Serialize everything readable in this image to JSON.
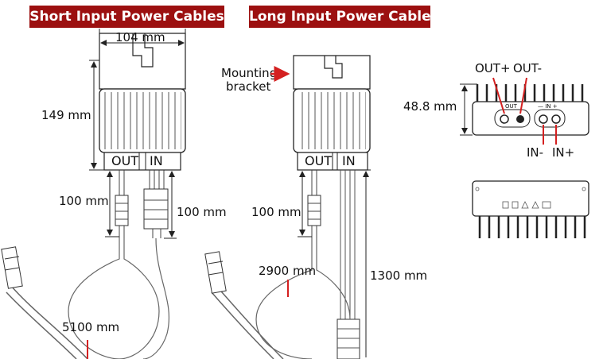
{
  "banners": {
    "short": "Short Input Power Cables",
    "long": "Long Input Power Cables"
  },
  "short_unit": {
    "width": "104 mm",
    "height": "149 mm",
    "out_port": "OUT",
    "in_port": "IN",
    "out_cable": "100 mm",
    "in_cable": "100 mm",
    "loop": "5100 mm"
  },
  "long_unit": {
    "bracket_label_line1": "Mounting",
    "bracket_label_line2": "bracket",
    "out_port": "OUT",
    "in_port": "IN",
    "out_cable": "100 mm",
    "loop": "2900 mm",
    "in_cable": "1300 mm"
  },
  "side_view": {
    "thickness": "48.8 mm",
    "out_plus": "OUT+",
    "out_minus": "OUT-",
    "in_minus": "IN-",
    "in_plus": "IN+",
    "panel_out": "OUT",
    "panel_in": "— IN +"
  },
  "colors": {
    "banner": "#9c1010",
    "callout": "#d42020",
    "outline": "#222222"
  }
}
